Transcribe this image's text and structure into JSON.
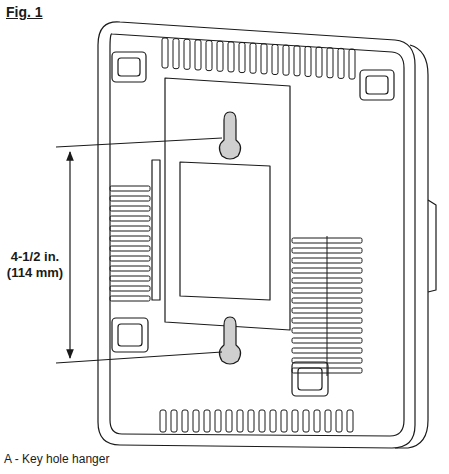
{
  "diagram": {
    "title": "Fig. 1",
    "caption": "A - Key hole hanger",
    "labels": [
      "4-1/2 in. (114 mm)"
    ]
  }
}
